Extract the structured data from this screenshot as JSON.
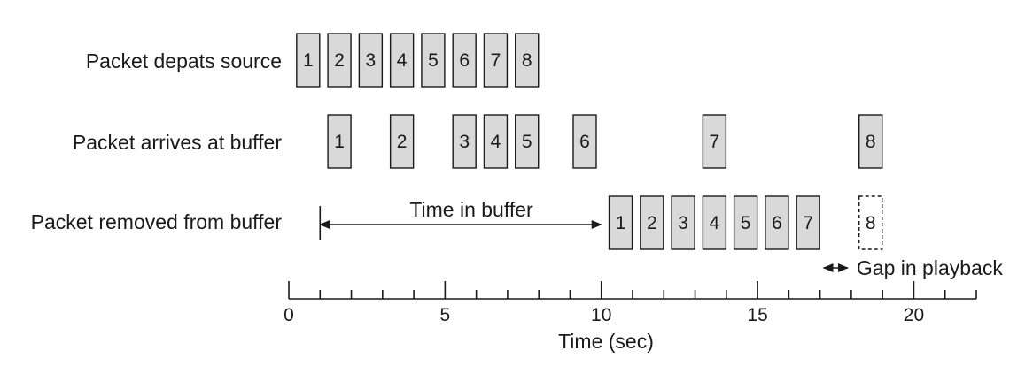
{
  "rows": [
    {
      "label": "Packet depats source",
      "packets": [
        {
          "n": "1",
          "t": 0.25
        },
        {
          "n": "2",
          "t": 1.25
        },
        {
          "n": "3",
          "t": 2.25
        },
        {
          "n": "4",
          "t": 3.25
        },
        {
          "n": "5",
          "t": 4.25
        },
        {
          "n": "6",
          "t": 5.25
        },
        {
          "n": "7",
          "t": 6.25
        },
        {
          "n": "8",
          "t": 7.25
        }
      ]
    },
    {
      "label": "Packet arrives at buffer",
      "packets": [
        {
          "n": "1",
          "t": 1.25
        },
        {
          "n": "2",
          "t": 3.25
        },
        {
          "n": "3",
          "t": 5.25
        },
        {
          "n": "4",
          "t": 6.25
        },
        {
          "n": "5",
          "t": 7.25
        },
        {
          "n": "6",
          "t": 9.1
        },
        {
          "n": "7",
          "t": 13.25
        },
        {
          "n": "8",
          "t": 18.25
        }
      ]
    },
    {
      "label": "Packet removed from buffer",
      "packets": [
        {
          "n": "1",
          "t": 10.25
        },
        {
          "n": "2",
          "t": 11.25
        },
        {
          "n": "3",
          "t": 12.25
        },
        {
          "n": "4",
          "t": 13.25
        },
        {
          "n": "5",
          "t": 14.25
        },
        {
          "n": "6",
          "t": 15.25
        },
        {
          "n": "7",
          "t": 16.25
        },
        {
          "n": "8",
          "t": 18.25,
          "missing": true
        }
      ]
    }
  ],
  "annotations": {
    "time_in_buffer": "Time in buffer",
    "time_in_buffer_start": 1,
    "time_in_buffer_end": 10,
    "gap": "Gap in playback",
    "gap_start": 17,
    "gap_end": 18
  },
  "axis": {
    "label": "Time (sec)",
    "min": 0,
    "max": 22,
    "major_ticks": [
      "0",
      "5",
      "10",
      "15",
      "20"
    ]
  }
}
